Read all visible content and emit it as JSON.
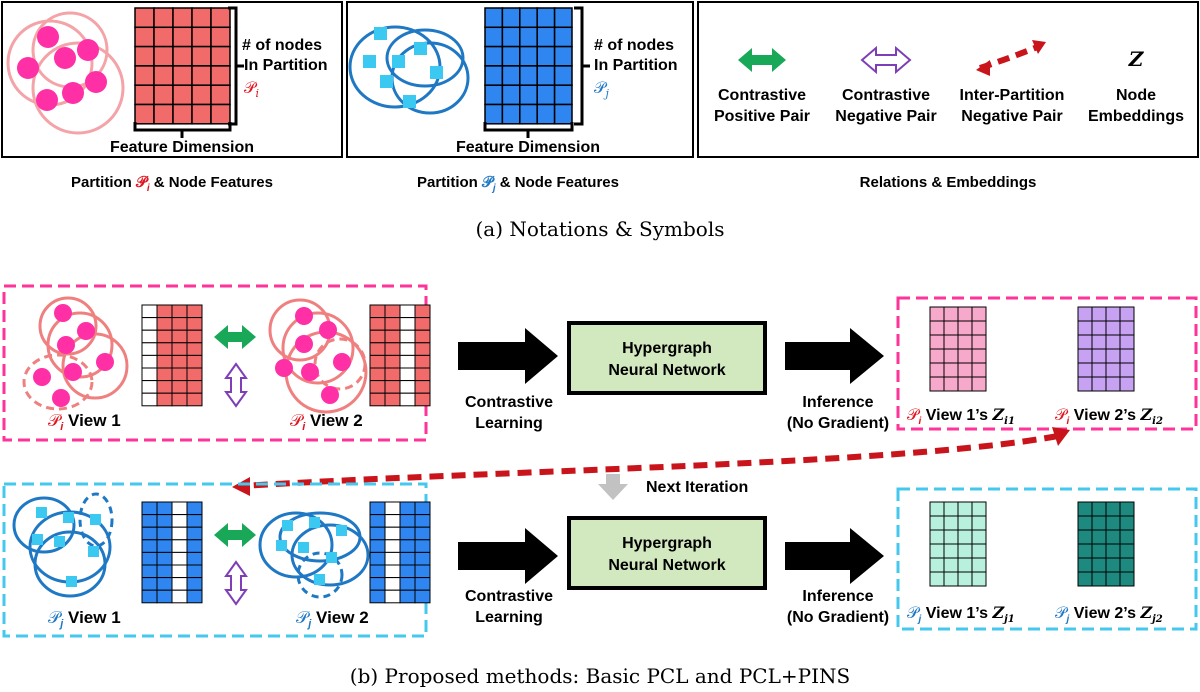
{
  "colors": {
    "pink": "#ff3399",
    "pink_dashed": "#e8559b",
    "salmon": "#f08080",
    "node_pink": "#ff2fa6",
    "partition_pink": "#f4a3a8",
    "red_grid": "#f26b6b",
    "blue_grid": "#2f86f0",
    "cyan": "#44c8ee",
    "node_cyan": "#3bc9f2",
    "partition_blue": "#1f78c4",
    "green": "#18a858",
    "purple": "#7e3fb6",
    "red_arrow": "#c8141a",
    "hnn_fill": "#d2e8bf",
    "emb_pink": "#f7a9cc",
    "emb_lavender": "#c7a2f2",
    "emb_mint": "#b7f1de",
    "emb_teal": "#1e8a7f",
    "gray_arrow": "#c2c2c2"
  },
  "panel_a": {
    "box1": {
      "nodes_label_1": "# of nodes",
      "nodes_label_2": "In Partition",
      "partition_symbol": "𝒫",
      "partition_sub": "i",
      "feature_label": "Feature Dimension",
      "caption_prefix": "Partition ",
      "caption_symbol": "𝒫",
      "caption_sub": "i",
      "caption_suffix": " & Node Features"
    },
    "box2": {
      "nodes_label_1": "# of nodes",
      "nodes_label_2": "In Partition",
      "partition_symbol": "𝒫",
      "partition_sub": "j",
      "feature_label": "Feature Dimension",
      "caption_prefix": "Partition ",
      "caption_symbol": "𝒫",
      "caption_sub": "j",
      "caption_suffix": " & Node Features"
    },
    "box3": {
      "pos_label_1": "Contrastive",
      "pos_label_2": "Positive Pair",
      "neg_label_1": "Contrastive",
      "neg_label_2": "Negative Pair",
      "inter_label_1": "Inter-Partition",
      "inter_label_2": "Negative Pair",
      "z_symbol": "Z",
      "node_label_1": "Node",
      "node_label_2": "Embeddings",
      "caption": "Relations & Embeddings"
    },
    "subcaption": "(a)  Notations & Symbols"
  },
  "panel_b": {
    "row_i": {
      "view1_symbol": "𝒫",
      "view1_sub": "i",
      "view1_label": " View 1",
      "view2_symbol": "𝒫",
      "view2_sub": "i",
      "view2_label": " View 2",
      "learn_1": "Contrastive",
      "learn_2": "Learning",
      "hnn_1": "Hypergraph",
      "hnn_2": "Neural Network",
      "inf_1": "Inference",
      "inf_2": "(No Gradient)",
      "emb1_symbol": "𝒫",
      "emb1_sub": "i",
      "emb1_label": " View 1’s ",
      "emb1_z": "Z",
      "emb1_zsub": "i1",
      "emb2_symbol": "𝒫",
      "emb2_sub": "i",
      "emb2_label": " View 2’s ",
      "emb2_z": "Z",
      "emb2_zsub": "i2"
    },
    "next_iteration": "Next Iteration",
    "row_j": {
      "view1_symbol": "𝒫",
      "view1_sub": "j",
      "view1_label": " View 1",
      "view2_symbol": "𝒫",
      "view2_sub": "j",
      "view2_label": " View 2",
      "learn_1": "Contrastive",
      "learn_2": "Learning",
      "hnn_1": "Hypergraph",
      "hnn_2": "Neural Network",
      "inf_1": "Inference",
      "inf_2": "(No Gradient)",
      "emb1_symbol": "𝒫",
      "emb1_sub": "j",
      "emb1_label": " View 1’s ",
      "emb1_z": "Z",
      "emb1_zsub": "j1",
      "emb2_symbol": "𝒫",
      "emb2_sub": "j",
      "emb2_label": " View 2’s ",
      "emb2_z": "Z",
      "emb2_zsub": "j2"
    },
    "subcaption": "(b)  Proposed methods: Basic PCL and PCL+PINS"
  }
}
